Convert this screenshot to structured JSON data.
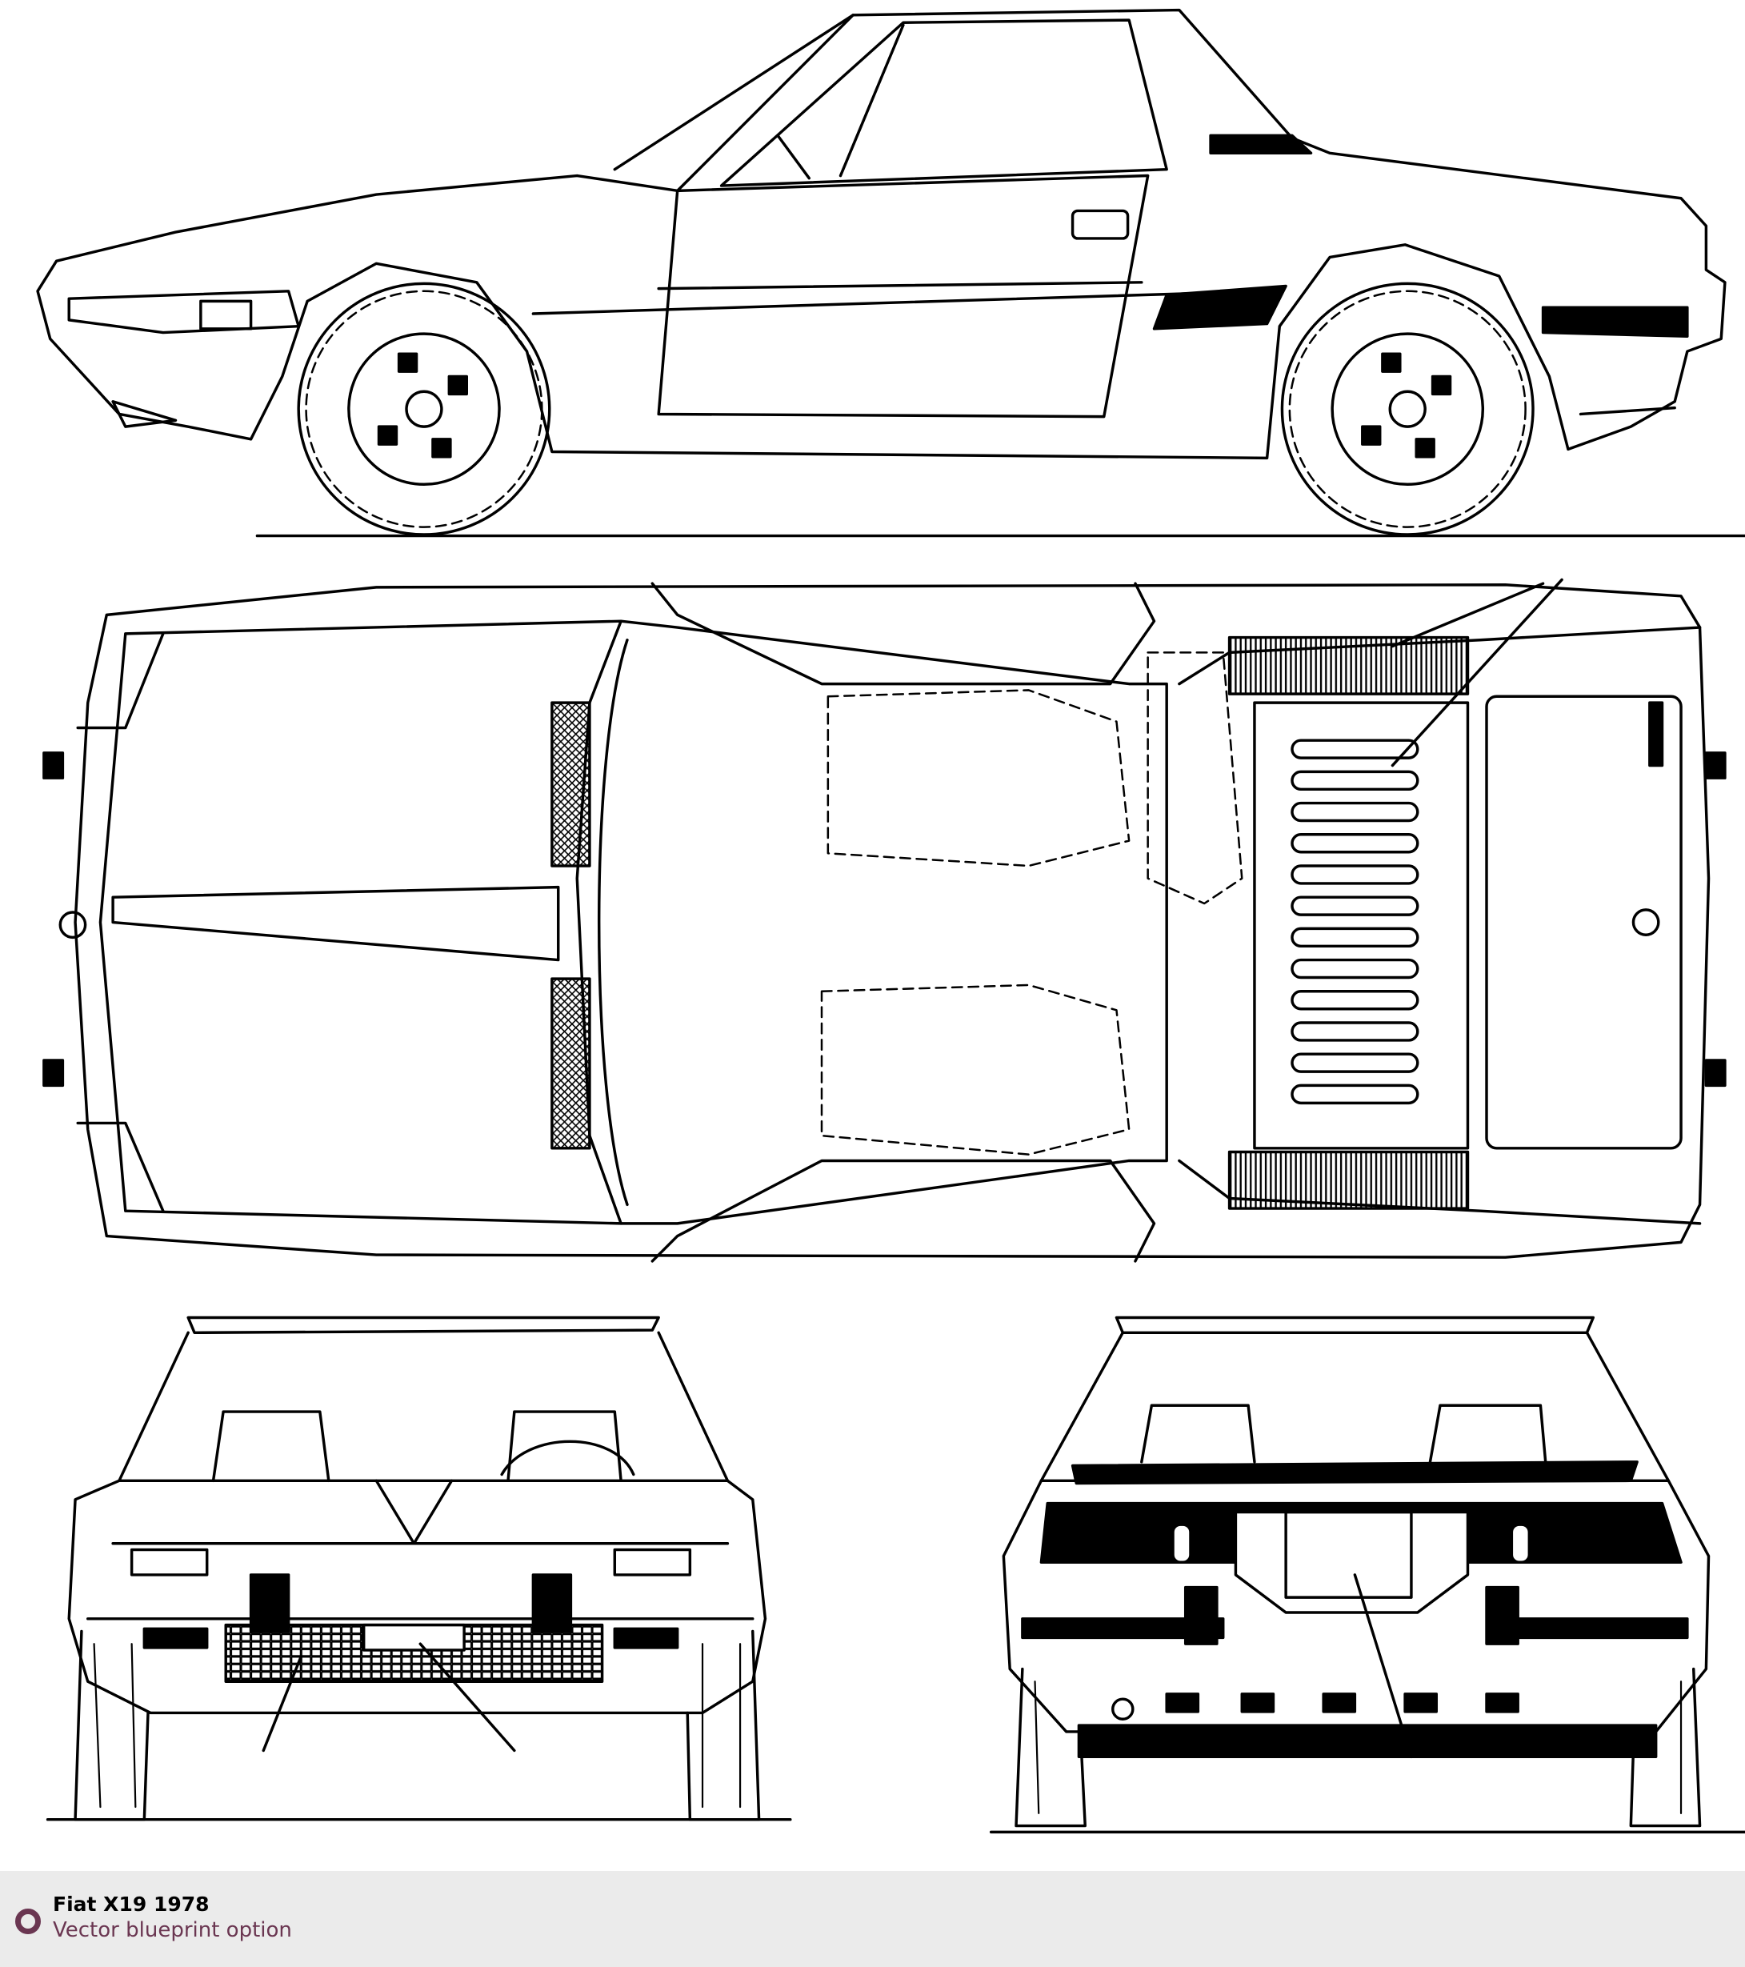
{
  "caption": {
    "title": "Fiat X19 1978",
    "subtitle": "Vector blueprint option",
    "accent_color": "#6a3651",
    "icon": "ring-icon"
  },
  "drawing": {
    "views": [
      "side",
      "top",
      "front",
      "rear"
    ]
  }
}
